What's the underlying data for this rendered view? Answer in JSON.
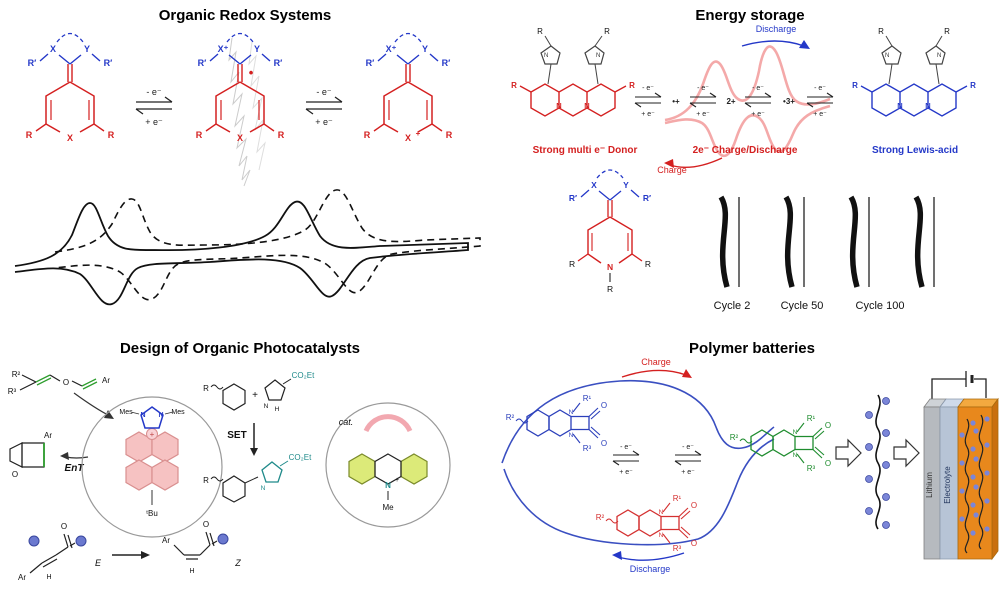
{
  "p1": {
    "title": "Organic Redox Systems",
    "minus_e": "- e⁻",
    "plus_e": "+ e⁻",
    "r_prime": "R′",
    "x": "X",
    "x_plus": "X⁺",
    "y": "Y",
    "r": "R",
    "radical": "•",
    "plus": "+"
  },
  "p2": {
    "title": "Energy storage",
    "discharge": "Discharge",
    "charge": "Charge",
    "minus_e": "- e⁻",
    "plus_e": "+ e⁻",
    "cation1": "•+",
    "cation2": "2+",
    "cation3": "•3+",
    "donor": "Strong multi e⁻ Donor",
    "two_e": "2e⁻ Charge/Discharge",
    "lewis": "Strong Lewis-acid",
    "r": "R",
    "n": "N",
    "r_prime": "R′",
    "x": "X",
    "y": "Y",
    "cycle2": "Cycle 2",
    "cycle50": "Cycle 50",
    "cycle100": "Cycle 100"
  },
  "p3": {
    "title": "Design of Organic Photocatalysts",
    "r2": "R²",
    "r3": "R³",
    "ar": "Ar",
    "o": "O",
    "ent": "EnT",
    "mes": "Mes",
    "n": "N",
    "h": "H",
    "tbu": "ᵗBu",
    "r": "R",
    "plus": "+",
    "co2et": "CO₂Et",
    "set": "SET",
    "cat": "cat.",
    "me": "Me",
    "e": "E",
    "z": "Z"
  },
  "p4": {
    "title": "Polymer batteries",
    "charge": "Charge",
    "discharge": "Discharge",
    "minus_e": "- e⁻",
    "plus_e": "+ e⁻",
    "r1": "R¹",
    "r2": "R²",
    "r3": "R³",
    "n": "N",
    "o": "O",
    "lithium": "Lithium",
    "electrolyte": "Electrolyte"
  }
}
